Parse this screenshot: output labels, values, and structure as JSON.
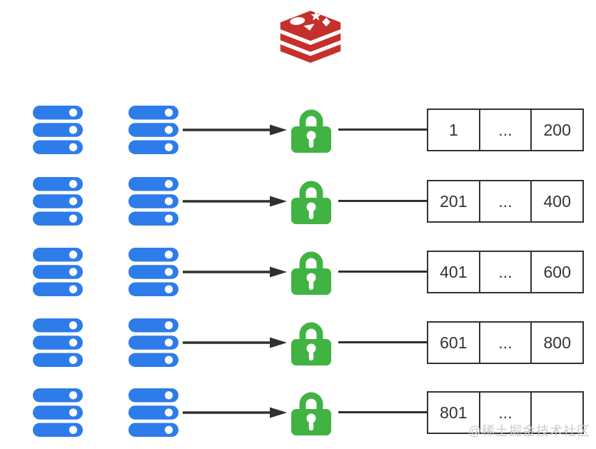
{
  "app": {
    "watermark": "@稀土掘金技术社区"
  },
  "colors": {
    "server_blue": "#2E7CE9",
    "lock_green": "#41B343",
    "redis_red": "#C6302B",
    "line_dark": "#303030",
    "table_border": "#333333",
    "text": "#333333",
    "watermark_gray": "#CBCBCB",
    "background": "#FFFFFF"
  },
  "icons": {
    "logo": "redis-logo",
    "server": "server-stack-icon",
    "lock": "lock-icon",
    "arrow": "arrow-right-icon"
  },
  "rows": [
    {
      "start": "1",
      "dots": "...",
      "end": "200"
    },
    {
      "start": "201",
      "dots": "...",
      "end": "400"
    },
    {
      "start": "401",
      "dots": "...",
      "end": "600"
    },
    {
      "start": "601",
      "dots": "...",
      "end": "800"
    },
    {
      "start": "801",
      "dots": "...",
      "end": ""
    }
  ]
}
